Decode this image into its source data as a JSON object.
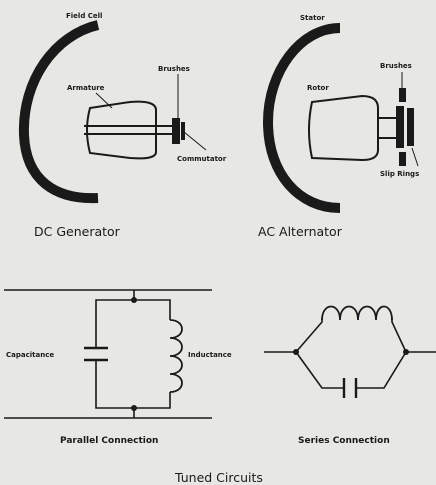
{
  "dc_generator": {
    "field_cell": "Field Cell",
    "armature": "Armature",
    "brushes": "Brushes",
    "commutator": "Commutator",
    "caption": "DC Generator"
  },
  "ac_alternator": {
    "stator": "Stator",
    "rotor": "Rotor",
    "brushes": "Brushes",
    "slip_rings": "Slip Rings",
    "caption": "AC Alternator"
  },
  "parallel": {
    "capacitance": "Capacitance",
    "inductance": "Inductance",
    "caption": "Parallel Connection"
  },
  "series": {
    "caption": "Series Connection"
  },
  "footer": {
    "title": "Tuned Circuits"
  },
  "colors": {
    "ink": "#1a1a1a",
    "paper": "#e7e7e4"
  }
}
